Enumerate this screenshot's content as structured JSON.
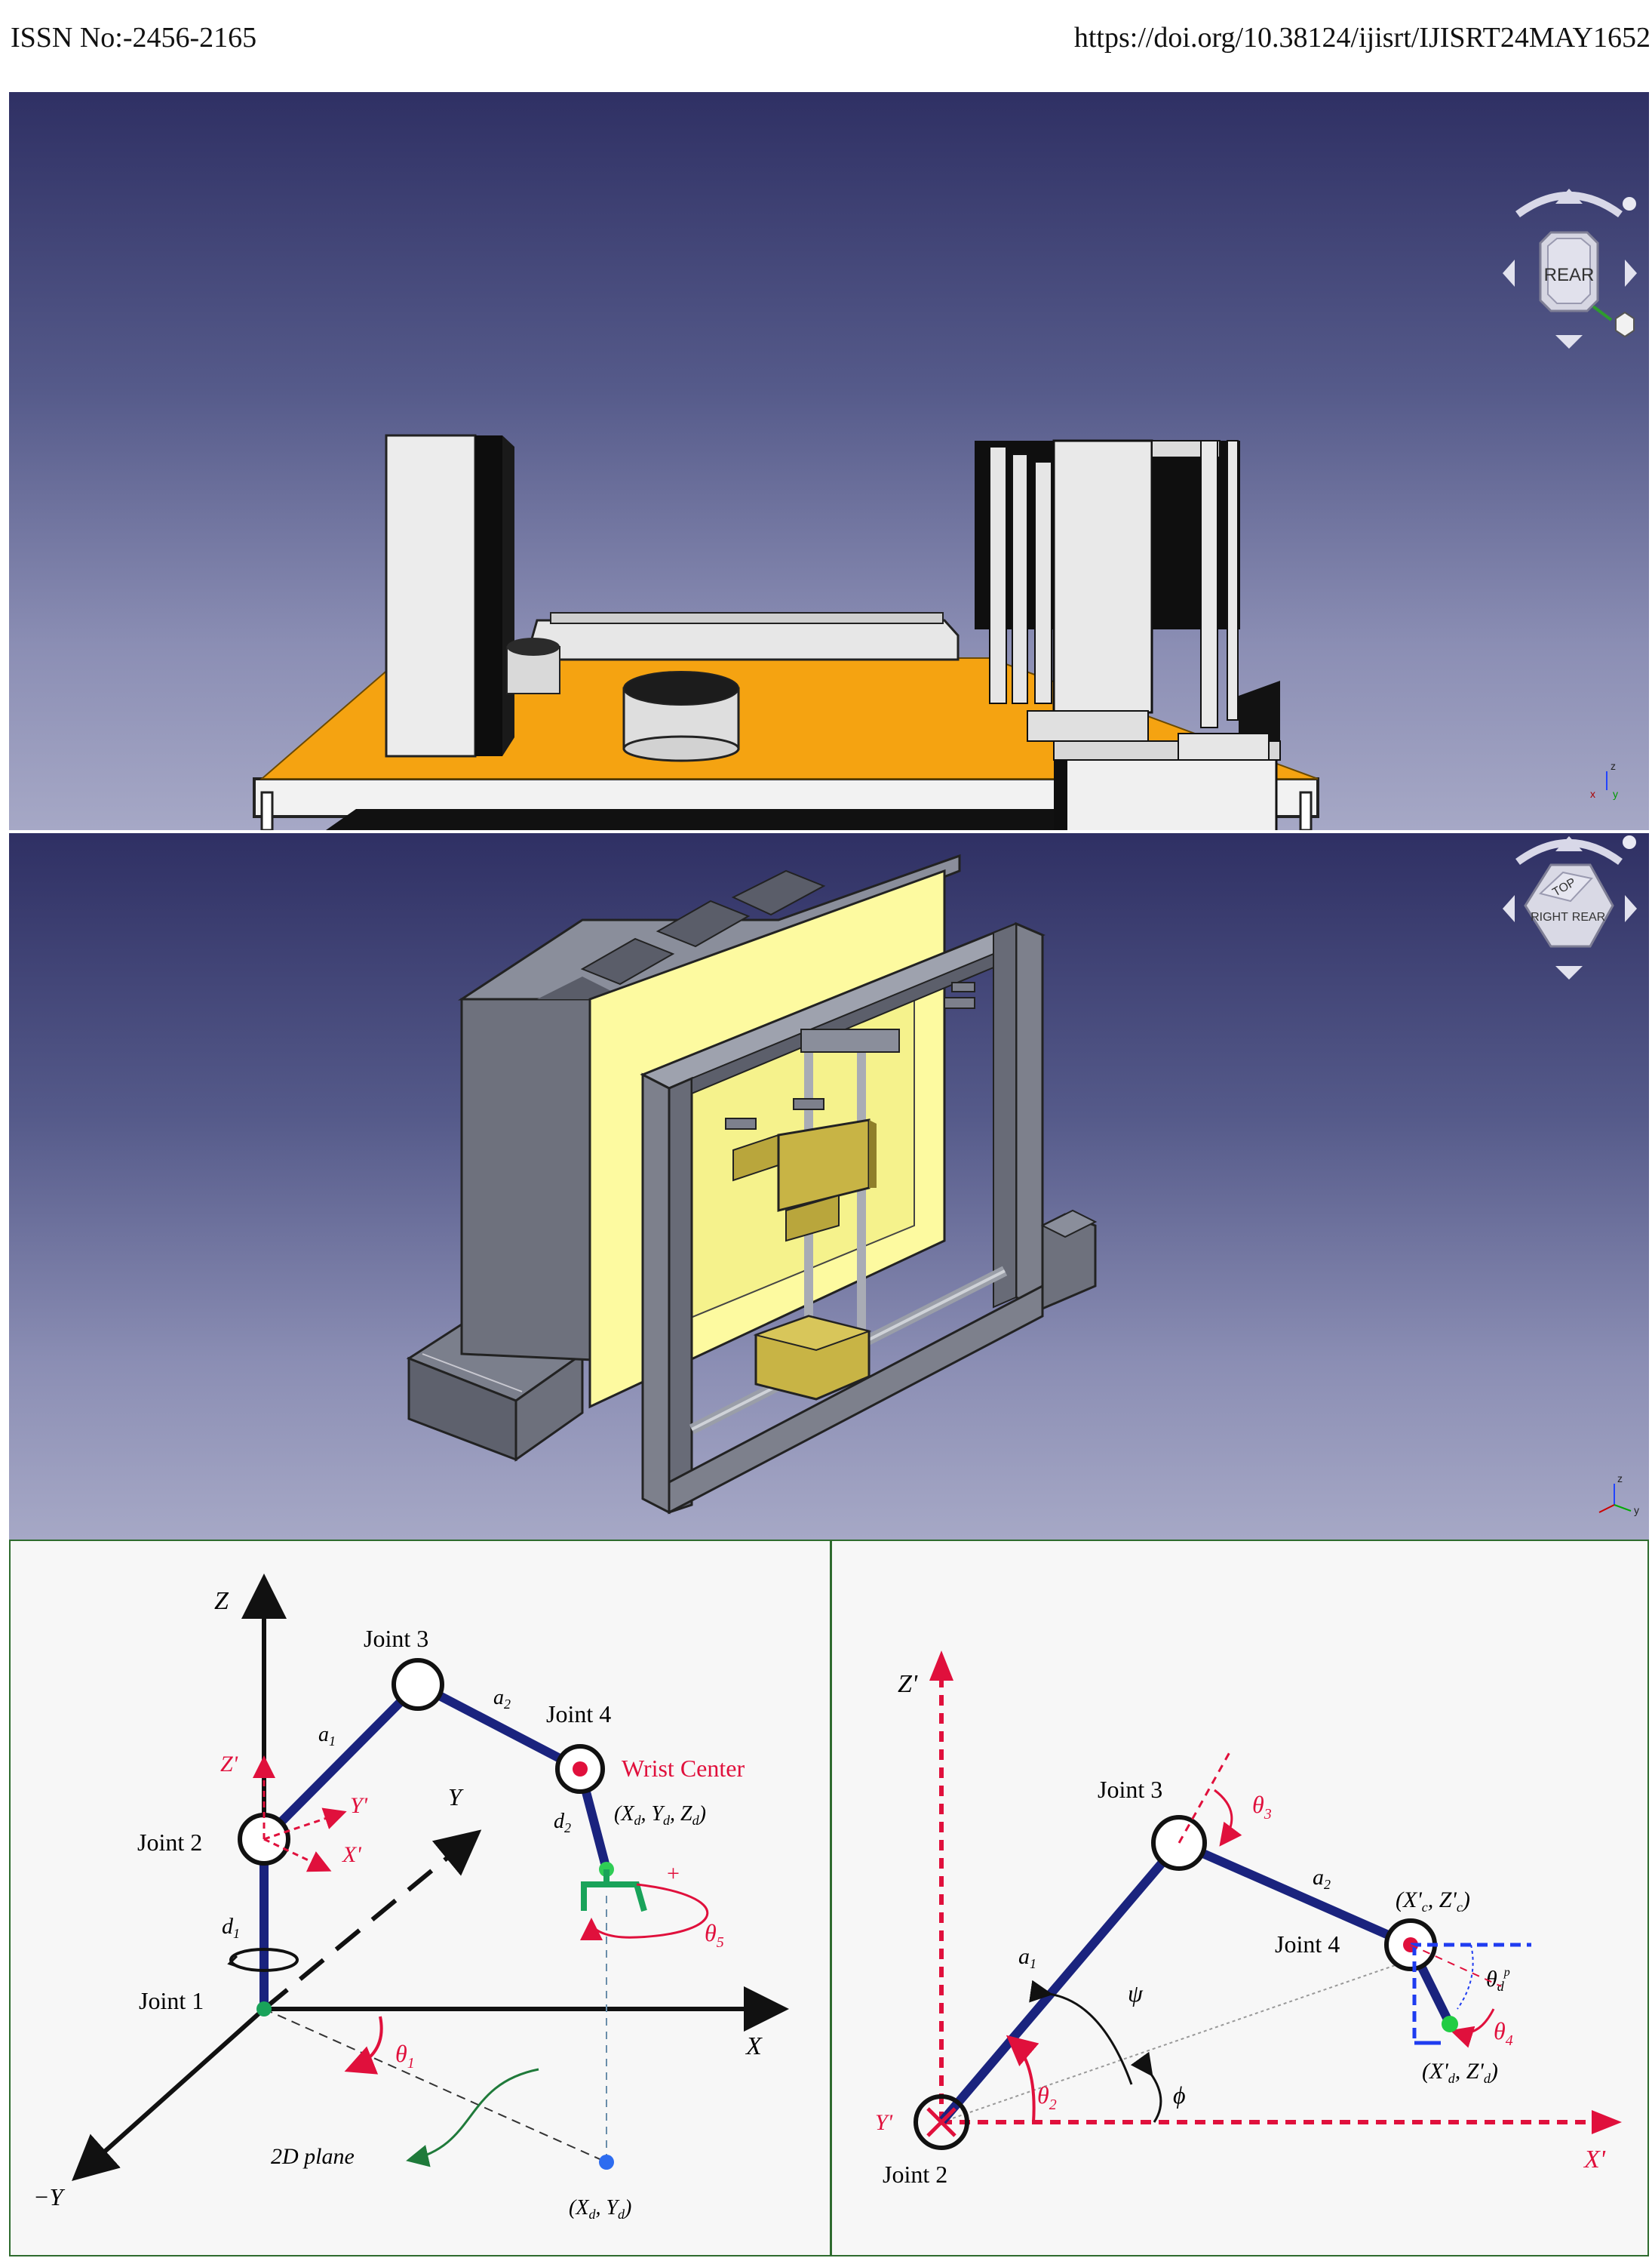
{
  "header": {
    "issn": "ISSN No:-2456-2165",
    "doi": "https://doi.org/10.38124/ijisrt/IJISRT24MAY1652"
  },
  "viewcube_top": {
    "face_label": "REAR"
  },
  "viewcube_mid": {
    "top_label": "TOP",
    "right_label": "RIGHT",
    "rear_label": "REAR"
  },
  "axes_mini": {
    "z": "z",
    "x": "x",
    "y": "y"
  },
  "diagram_left": {
    "labels": {
      "z_axis": "Z",
      "joint3": "Joint 3",
      "joint4": "Joint 4",
      "wrist_center": "Wrist Center",
      "a1": "a",
      "a1_sub": "1",
      "a2": "a",
      "a2_sub": "2",
      "z_prime": "Z'",
      "y_prime": "Y'",
      "x_prime": "X'",
      "y_axis": "Y",
      "joint2": "Joint 2",
      "d2": "d",
      "d2_sub": "2",
      "target_xyz": "(X",
      "d1": "d",
      "d1_sub": "1",
      "joint1": "Joint 1",
      "x_axis": "X",
      "theta1": "θ",
      "theta1_sub": "1",
      "theta5": "θ",
      "theta5_sub": "5",
      "plus": "+",
      "minus": "−",
      "plane": "2D plane",
      "neg_y": "−Y",
      "target_xy": "(X"
    },
    "colors": {
      "link": "#1a237e",
      "accent": "#e0103c",
      "green": "#19a35a",
      "blue_point": "#2d6cf0"
    }
  },
  "diagram_right": {
    "labels": {
      "z_prime": "Z'",
      "y_prime": "Y'",
      "x_prime": "X'",
      "joint3": "Joint 3",
      "theta3": "θ",
      "theta3_sub": "3",
      "a2": "a",
      "a2_sub": "2",
      "wrist": "(X'",
      "joint4": "Joint 4",
      "theta_d": "θ",
      "theta4": "θ",
      "theta4_sub": "4",
      "a1": "a",
      "a1_sub": "1",
      "psi": "ψ",
      "phi": "ϕ",
      "theta2": "θ",
      "theta2_sub": "2",
      "target": "(X'",
      "joint2": "Joint 2"
    },
    "colors": {
      "link": "#1a237e",
      "accent": "#e0103c",
      "dashed_blue": "#1f3cf0",
      "green": "#22cc44"
    }
  }
}
